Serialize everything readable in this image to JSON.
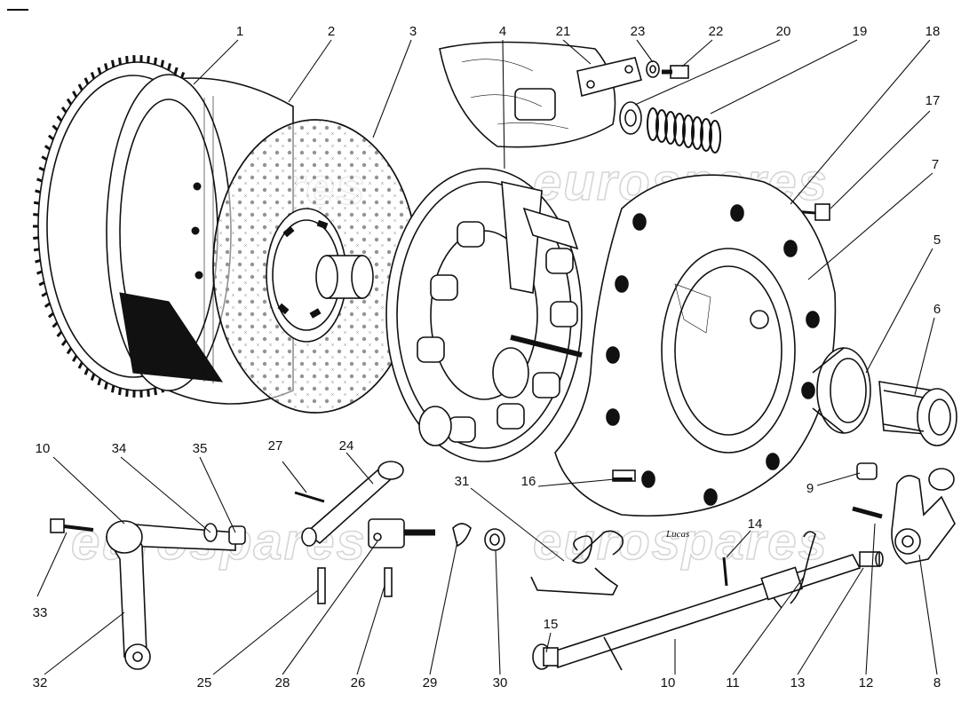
{
  "watermark": {
    "text": "eurospares"
  },
  "signature": "Lucas",
  "callouts": [
    {
      "id": "c1",
      "number": "1",
      "part": "flywheel-ring-gear"
    },
    {
      "id": "c2",
      "number": "2",
      "part": "flywheel"
    },
    {
      "id": "c3",
      "number": "3",
      "part": "clutch-driven-plate"
    },
    {
      "id": "c4",
      "number": "4",
      "part": "pressure-plate-assembly"
    },
    {
      "id": "c5",
      "number": "5",
      "part": "release-bearing"
    },
    {
      "id": "c6",
      "number": "6",
      "part": "release-bearing-carrier"
    },
    {
      "id": "c7",
      "number": "7",
      "part": "clutch-housing"
    },
    {
      "id": "c8",
      "number": "8",
      "part": "release-fork"
    },
    {
      "id": "c9",
      "number": "9",
      "part": "nut"
    },
    {
      "id": "c10",
      "number": "10",
      "part": "shaft"
    },
    {
      "id": "c11",
      "number": "11",
      "part": "spring"
    },
    {
      "id": "c12",
      "number": "12",
      "part": "pin"
    },
    {
      "id": "c13",
      "number": "13",
      "part": "bush"
    },
    {
      "id": "c14",
      "number": "14",
      "part": "pin"
    },
    {
      "id": "c15",
      "number": "15",
      "part": "plug"
    },
    {
      "id": "c16",
      "number": "16",
      "part": "bolt"
    },
    {
      "id": "c17",
      "number": "17",
      "part": "bolt"
    },
    {
      "id": "c18",
      "number": "18",
      "part": "washer"
    },
    {
      "id": "c19",
      "number": "19",
      "part": "spring"
    },
    {
      "id": "c20",
      "number": "20",
      "part": "spring-seat"
    },
    {
      "id": "c21",
      "number": "21",
      "part": "strap"
    },
    {
      "id": "c22",
      "number": "22",
      "part": "bolt"
    },
    {
      "id": "c23",
      "number": "23",
      "part": "washer"
    },
    {
      "id": "c24",
      "number": "24",
      "part": "link-rod"
    },
    {
      "id": "c25",
      "number": "25",
      "part": "pin"
    },
    {
      "id": "c26",
      "number": "26",
      "part": "pin"
    },
    {
      "id": "c27",
      "number": "27",
      "part": "split-pin"
    },
    {
      "id": "c28",
      "number": "28",
      "part": "clevis"
    },
    {
      "id": "c29",
      "number": "29",
      "part": "clip"
    },
    {
      "id": "c30",
      "number": "30",
      "part": "nut"
    },
    {
      "id": "c31",
      "number": "31",
      "part": "return-spring"
    },
    {
      "id": "c32",
      "number": "32",
      "part": "lever"
    },
    {
      "id": "c33",
      "number": "33",
      "part": "bolt"
    },
    {
      "id": "c34",
      "number": "34",
      "part": "washer"
    },
    {
      "id": "c35",
      "number": "35",
      "part": "nut"
    },
    {
      "id": "c10b",
      "number": "10",
      "part": "shaft"
    }
  ]
}
